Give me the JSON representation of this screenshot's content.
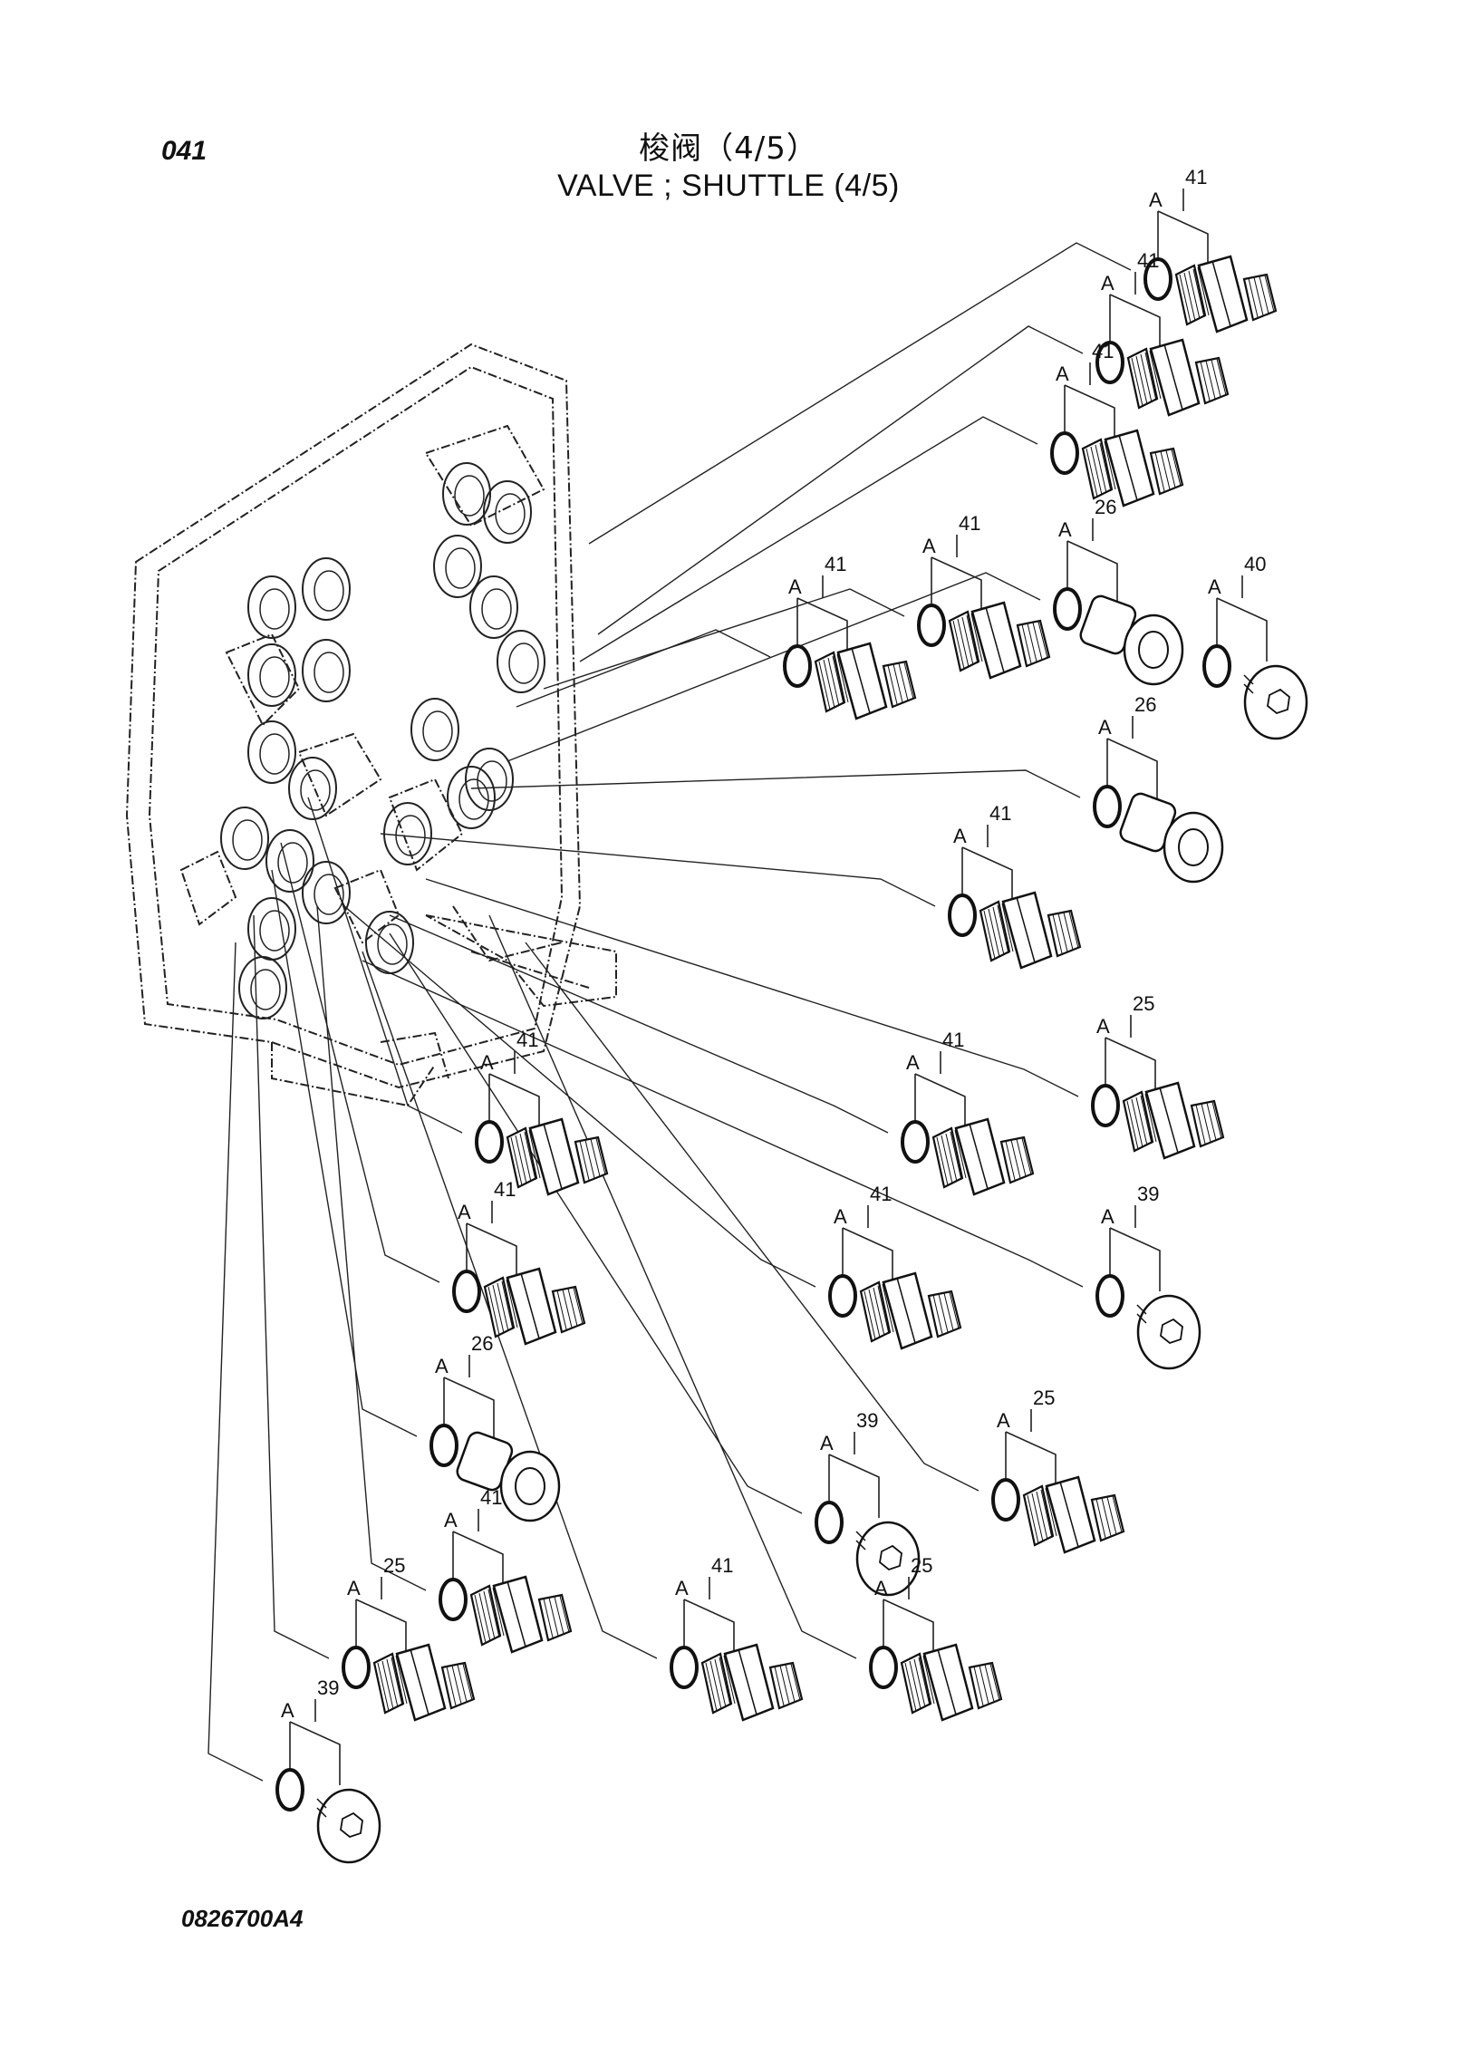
{
  "header": {
    "page_number": "041",
    "title_cn": "梭阀（4/5）",
    "title_en": "VALVE ; SHUTTLE (4/5)"
  },
  "footer": {
    "drawing_code": "0826700A4"
  },
  "callouts": [
    {
      "part": "41",
      "type": "fitting"
    },
    {
      "part": "41",
      "type": "fitting"
    },
    {
      "part": "41",
      "type": "fitting"
    },
    {
      "part": "26",
      "type": "adapter"
    },
    {
      "part": "41",
      "type": "fitting"
    },
    {
      "part": "41",
      "type": "fitting"
    },
    {
      "part": "40",
      "type": "plug"
    },
    {
      "part": "26",
      "type": "adapter"
    },
    {
      "part": "41",
      "type": "fitting"
    },
    {
      "part": "25",
      "type": "fitting"
    },
    {
      "part": "41",
      "type": "fitting"
    },
    {
      "part": "41",
      "type": "fitting"
    },
    {
      "part": "39",
      "type": "plug"
    },
    {
      "part": "41",
      "type": "fitting"
    },
    {
      "part": "41",
      "type": "fitting"
    },
    {
      "part": "26",
      "type": "adapter"
    },
    {
      "part": "25",
      "type": "fitting"
    },
    {
      "part": "39",
      "type": "plug"
    },
    {
      "part": "41",
      "type": "fitting"
    },
    {
      "part": "25",
      "type": "fitting"
    },
    {
      "part": "41",
      "type": "fitting"
    },
    {
      "part": "25",
      "type": "fitting"
    },
    {
      "part": "39",
      "type": "plug"
    }
  ],
  "seal_label": "A"
}
